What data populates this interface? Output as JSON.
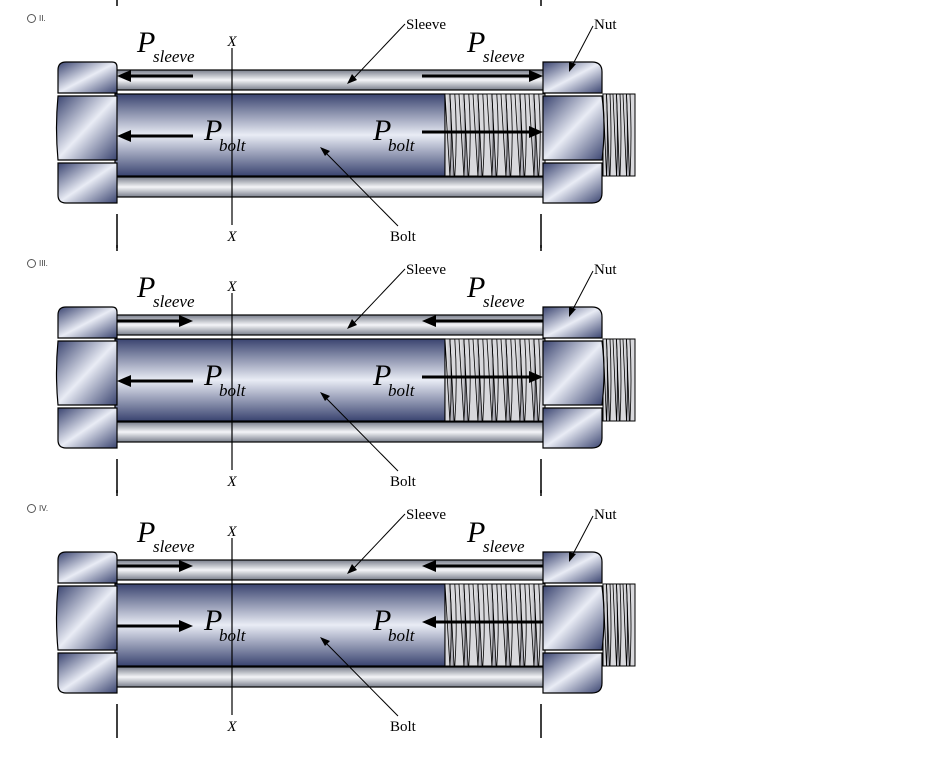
{
  "labels": {
    "sleeve": "Sleeve",
    "nut": "Nut",
    "bolt": "Bolt",
    "section": "X",
    "p": "P",
    "sub_sleeve": "sleeve",
    "sub_bolt": "bolt"
  },
  "options": [
    {
      "label": "II.",
      "sleeve_left": "left",
      "sleeve_right": "right",
      "bolt_left": "left",
      "bolt_right": "right"
    },
    {
      "label": "III.",
      "sleeve_left": "right",
      "sleeve_right": "left",
      "bolt_left": "left",
      "bolt_right": "right"
    },
    {
      "label": "IV.",
      "sleeve_left": "right",
      "sleeve_right": "left",
      "bolt_left": "right",
      "bolt_right": "left"
    }
  ],
  "colors": {
    "steel_dark": "#3a4470",
    "steel_light": "#e9ecf5",
    "sleeve_fill": "#c9ccd3",
    "outline": "#000000"
  }
}
